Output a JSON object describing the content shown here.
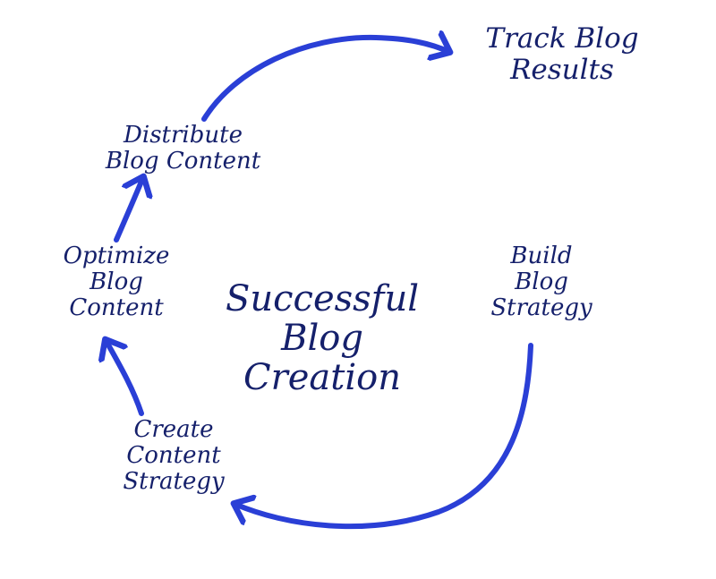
{
  "diagram": {
    "center_title": [
      "Successful",
      "Blog",
      "Creation"
    ],
    "steps": {
      "track": [
        "Track Blog",
        "Results"
      ],
      "distribute": [
        "Distribute",
        "Blog Content"
      ],
      "optimize": [
        "Optimize",
        "Blog",
        "Content"
      ],
      "build": [
        "Build",
        "Blog",
        "Strategy"
      ],
      "create": [
        "Create",
        "Content",
        "Strategy"
      ]
    },
    "colors": {
      "arrow": "#2a3fd6",
      "text": "#15206b",
      "background": "#ffffff"
    }
  }
}
